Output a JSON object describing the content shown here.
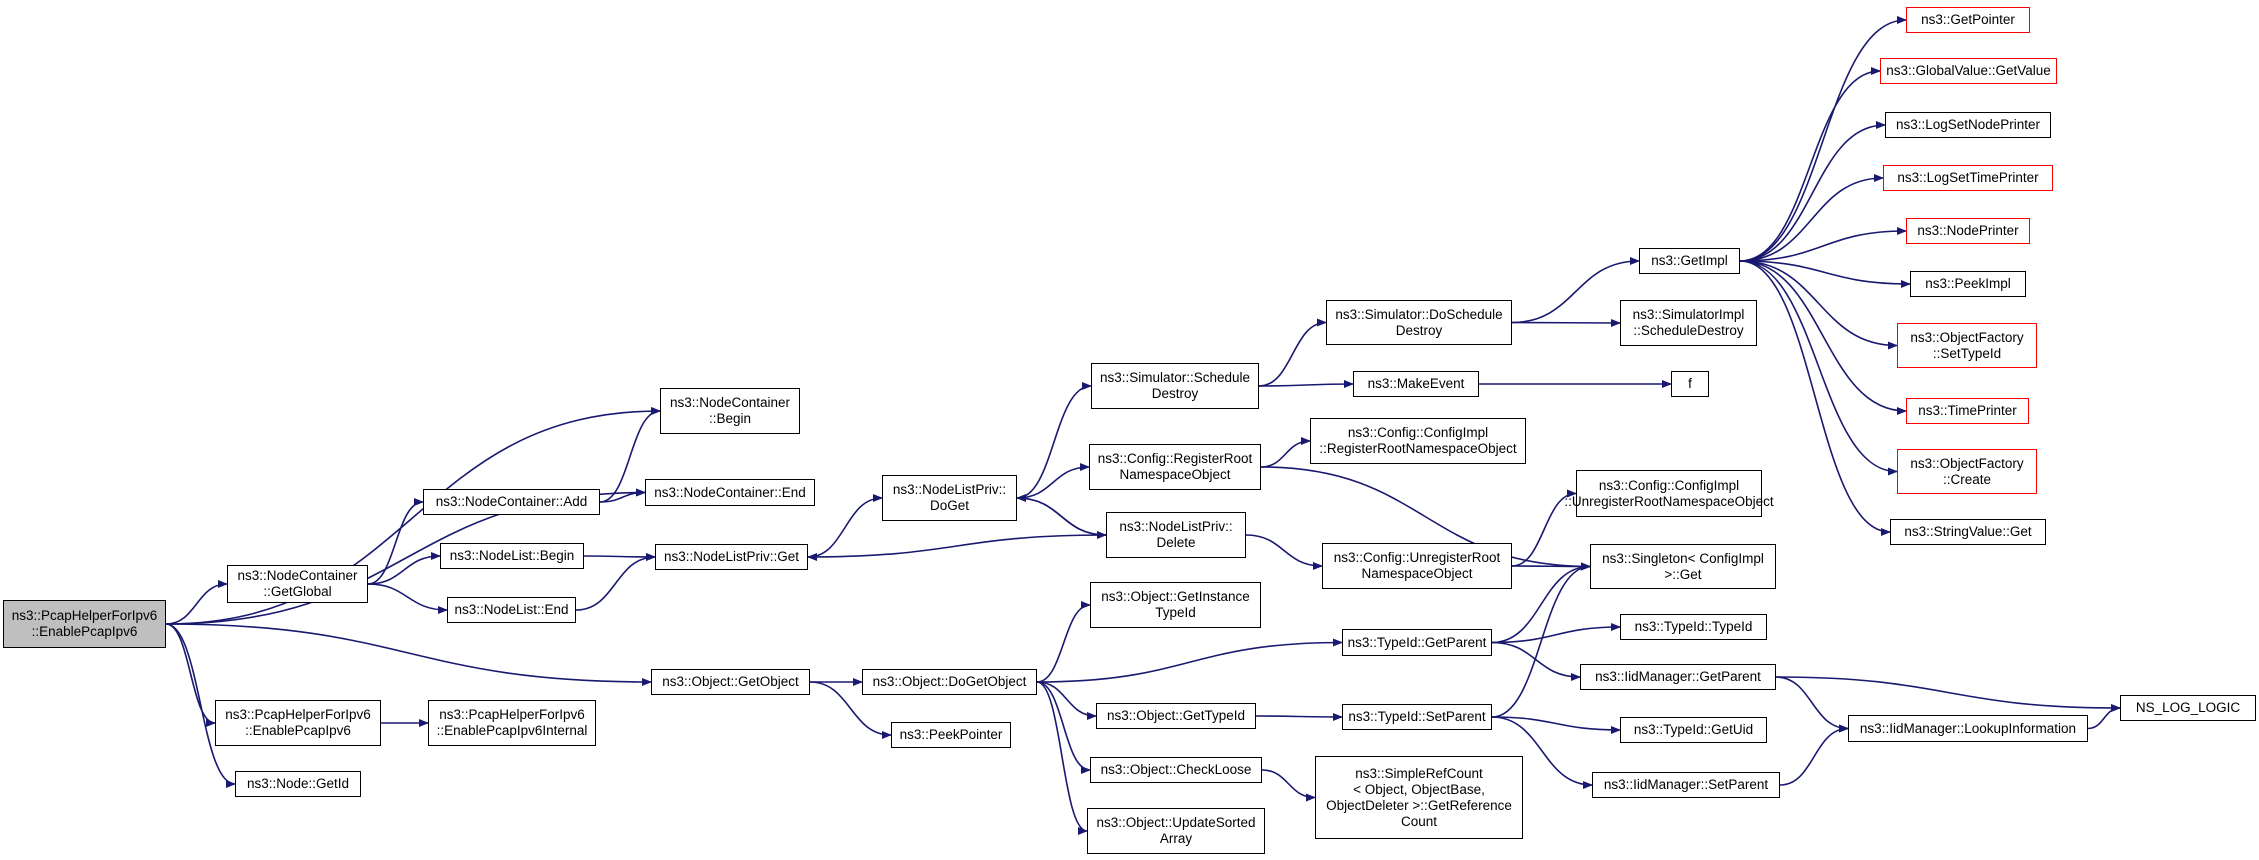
{
  "colors": {
    "edge": "#191970",
    "node_border": "#000000",
    "truncated_border": "#ff0000",
    "root_fill": "#bfbfbf"
  },
  "nodes": [
    {
      "id": "root",
      "label": "ns3::PcapHelperForIpv6\n::EnablePcapIpv6",
      "kind": "root"
    },
    {
      "id": "nc_getglobal",
      "label": "ns3::NodeContainer\n::GetGlobal",
      "kind": "normal"
    },
    {
      "id": "helper_enable",
      "label": "ns3::PcapHelperForIpv6\n::EnablePcapIpv6",
      "kind": "normal"
    },
    {
      "id": "node_getid",
      "label": "ns3::Node::GetId",
      "kind": "normal"
    },
    {
      "id": "nc_begin",
      "label": "ns3::NodeContainer\n::Begin",
      "kind": "normal"
    },
    {
      "id": "nc_end",
      "label": "ns3::NodeContainer::End",
      "kind": "normal"
    },
    {
      "id": "nc_add",
      "label": "ns3::NodeContainer::Add",
      "kind": "normal"
    },
    {
      "id": "nl_begin",
      "label": "ns3::NodeList::Begin",
      "kind": "normal"
    },
    {
      "id": "nl_end",
      "label": "ns3::NodeList::End",
      "kind": "normal"
    },
    {
      "id": "helper_internal",
      "label": "ns3::PcapHelperForIpv6\n::EnablePcapIpv6Internal",
      "kind": "normal"
    },
    {
      "id": "nlp_get",
      "label": "ns3::NodeListPriv::Get",
      "kind": "normal"
    },
    {
      "id": "obj_getobject",
      "label": "ns3::Object::GetObject",
      "kind": "normal"
    },
    {
      "id": "nlp_doget",
      "label": "ns3::NodeListPriv::\nDoGet",
      "kind": "normal"
    },
    {
      "id": "obj_dogetobject",
      "label": "ns3::Object::DoGetObject",
      "kind": "normal"
    },
    {
      "id": "peekpointer",
      "label": "ns3::PeekPointer",
      "kind": "normal"
    },
    {
      "id": "sim_schedule",
      "label": "ns3::Simulator::Schedule\nDestroy",
      "kind": "normal"
    },
    {
      "id": "cfg_register",
      "label": "ns3::Config::RegisterRoot\nNamespaceObject",
      "kind": "normal"
    },
    {
      "id": "nlp_delete",
      "label": "ns3::NodeListPriv::\nDelete",
      "kind": "normal"
    },
    {
      "id": "obj_getinstance",
      "label": "ns3::Object::GetInstance\nTypeId",
      "kind": "normal"
    },
    {
      "id": "obj_gettypeid",
      "label": "ns3::Object::GetTypeId",
      "kind": "normal"
    },
    {
      "id": "obj_checkloose",
      "label": "ns3::Object::CheckLoose",
      "kind": "normal"
    },
    {
      "id": "obj_updatesorted",
      "label": "ns3::Object::UpdateSorted\nArray",
      "kind": "normal"
    },
    {
      "id": "sim_doschedule",
      "label": "ns3::Simulator::DoSchedule\nDestroy",
      "kind": "normal"
    },
    {
      "id": "makeevent",
      "label": "ns3::MakeEvent",
      "kind": "normal"
    },
    {
      "id": "cfgimpl_register",
      "label": "ns3::Config::ConfigImpl\n::RegisterRootNamespaceObject",
      "kind": "normal"
    },
    {
      "id": "cfg_unregister",
      "label": "ns3::Config::UnregisterRoot\nNamespaceObject",
      "kind": "normal"
    },
    {
      "id": "typeid_getparent",
      "label": "ns3::TypeId::GetParent",
      "kind": "normal"
    },
    {
      "id": "typeid_setparent",
      "label": "ns3::TypeId::SetParent",
      "kind": "normal"
    },
    {
      "id": "simplerefcount",
      "label": "ns3::SimpleRefCount\n< Object, ObjectBase,\n ObjectDeleter >::GetReference\nCount",
      "kind": "normal"
    },
    {
      "id": "getimpl",
      "label": "ns3::GetImpl",
      "kind": "normal"
    },
    {
      "id": "simimpl_schedule",
      "label": "ns3::SimulatorImpl\n::ScheduleDestroy",
      "kind": "normal"
    },
    {
      "id": "f",
      "label": "f",
      "kind": "normal"
    },
    {
      "id": "cfgimpl_unregister",
      "label": "ns3::Config::ConfigImpl\n::UnregisterRootNamespaceObject",
      "kind": "normal"
    },
    {
      "id": "singleton_get",
      "label": "ns3::Singleton< ConfigImpl\n >::Get",
      "kind": "normal"
    },
    {
      "id": "typeid_typeid",
      "label": "ns3::TypeId::TypeId",
      "kind": "normal"
    },
    {
      "id": "iid_getparent",
      "label": "ns3::IidManager::GetParent",
      "kind": "normal"
    },
    {
      "id": "typeid_getuid",
      "label": "ns3::TypeId::GetUid",
      "kind": "normal"
    },
    {
      "id": "iid_setparent",
      "label": "ns3::IidManager::SetParent",
      "kind": "normal"
    },
    {
      "id": "getpointer",
      "label": "ns3::GetPointer",
      "kind": "truncated"
    },
    {
      "id": "globalvalue_getvalue",
      "label": "ns3::GlobalValue::GetValue",
      "kind": "truncated"
    },
    {
      "id": "logsetnodeprinter",
      "label": "ns3::LogSetNodePrinter",
      "kind": "normal"
    },
    {
      "id": "logsettimeprinter",
      "label": "ns3::LogSetTimePrinter",
      "kind": "truncated"
    },
    {
      "id": "nodeprinter",
      "label": "ns3::NodePrinter",
      "kind": "truncated"
    },
    {
      "id": "peekimpl",
      "label": "ns3::PeekImpl",
      "kind": "normal"
    },
    {
      "id": "objfactory_settypeid",
      "label": "ns3::ObjectFactory\n::SetTypeId",
      "kind": "truncated"
    },
    {
      "id": "timeprinter",
      "label": "ns3::TimePrinter",
      "kind": "truncated"
    },
    {
      "id": "objfactory_create",
      "label": "ns3::ObjectFactory\n::Create",
      "kind": "truncated"
    },
    {
      "id": "stringvalue_get",
      "label": "ns3::StringValue::Get",
      "kind": "normal"
    },
    {
      "id": "iid_lookup",
      "label": "ns3::IidManager::LookupInformation",
      "kind": "normal"
    },
    {
      "id": "ns_log_logic",
      "label": "NS_LOG_LOGIC",
      "kind": "normal"
    }
  ],
  "edges": [
    [
      "root",
      "nc_getglobal"
    ],
    [
      "root",
      "helper_enable"
    ],
    [
      "root",
      "node_getid"
    ],
    [
      "root",
      "nc_begin"
    ],
    [
      "root",
      "nc_end"
    ],
    [
      "root",
      "obj_getobject"
    ],
    [
      "nc_getglobal",
      "nc_add"
    ],
    [
      "nc_getglobal",
      "nl_begin"
    ],
    [
      "nc_getglobal",
      "nl_end"
    ],
    [
      "nc_add",
      "nc_begin"
    ],
    [
      "nc_add",
      "nc_end"
    ],
    [
      "nl_begin",
      "nlp_get"
    ],
    [
      "nl_end",
      "nlp_get"
    ],
    [
      "helper_enable",
      "helper_internal"
    ],
    [
      "nlp_get",
      "nlp_doget"
    ],
    [
      "nlp_doget",
      "sim_schedule"
    ],
    [
      "nlp_doget",
      "cfg_register"
    ],
    [
      "nlp_doget",
      "nlp_delete"
    ],
    [
      "nlp_delete",
      "nlp_doget"
    ],
    [
      "nlp_delete",
      "nlp_get"
    ],
    [
      "nlp_delete",
      "cfg_unregister"
    ],
    [
      "obj_getobject",
      "obj_dogetobject"
    ],
    [
      "obj_getobject",
      "peekpointer"
    ],
    [
      "obj_dogetobject",
      "obj_getinstance"
    ],
    [
      "obj_dogetobject",
      "typeid_getparent"
    ],
    [
      "obj_dogetobject",
      "obj_gettypeid"
    ],
    [
      "obj_dogetobject",
      "obj_checkloose"
    ],
    [
      "obj_dogetobject",
      "obj_updatesorted"
    ],
    [
      "sim_schedule",
      "sim_doschedule"
    ],
    [
      "sim_schedule",
      "makeevent"
    ],
    [
      "cfg_register",
      "cfgimpl_register"
    ],
    [
      "cfg_register",
      "singleton_get"
    ],
    [
      "cfg_unregister",
      "cfgimpl_unregister"
    ],
    [
      "cfg_unregister",
      "singleton_get"
    ],
    [
      "obj_gettypeid",
      "typeid_setparent"
    ],
    [
      "obj_checkloose",
      "simplerefcount"
    ],
    [
      "sim_doschedule",
      "getimpl"
    ],
    [
      "sim_doschedule",
      "simimpl_schedule"
    ],
    [
      "makeevent",
      "f"
    ],
    [
      "typeid_getparent",
      "singleton_get"
    ],
    [
      "typeid_getparent",
      "typeid_typeid"
    ],
    [
      "typeid_getparent",
      "iid_getparent"
    ],
    [
      "typeid_setparent",
      "singleton_get"
    ],
    [
      "typeid_setparent",
      "typeid_getuid"
    ],
    [
      "typeid_setparent",
      "iid_setparent"
    ],
    [
      "iid_getparent",
      "iid_lookup"
    ],
    [
      "iid_getparent",
      "ns_log_logic"
    ],
    [
      "iid_setparent",
      "iid_lookup"
    ],
    [
      "iid_lookup",
      "ns_log_logic"
    ],
    [
      "getimpl",
      "getpointer"
    ],
    [
      "getimpl",
      "globalvalue_getvalue"
    ],
    [
      "getimpl",
      "logsetnodeprinter"
    ],
    [
      "getimpl",
      "logsettimeprinter"
    ],
    [
      "getimpl",
      "nodeprinter"
    ],
    [
      "getimpl",
      "peekimpl"
    ],
    [
      "getimpl",
      "objfactory_settypeid"
    ],
    [
      "getimpl",
      "timeprinter"
    ],
    [
      "getimpl",
      "objfactory_create"
    ],
    [
      "getimpl",
      "stringvalue_get"
    ]
  ]
}
